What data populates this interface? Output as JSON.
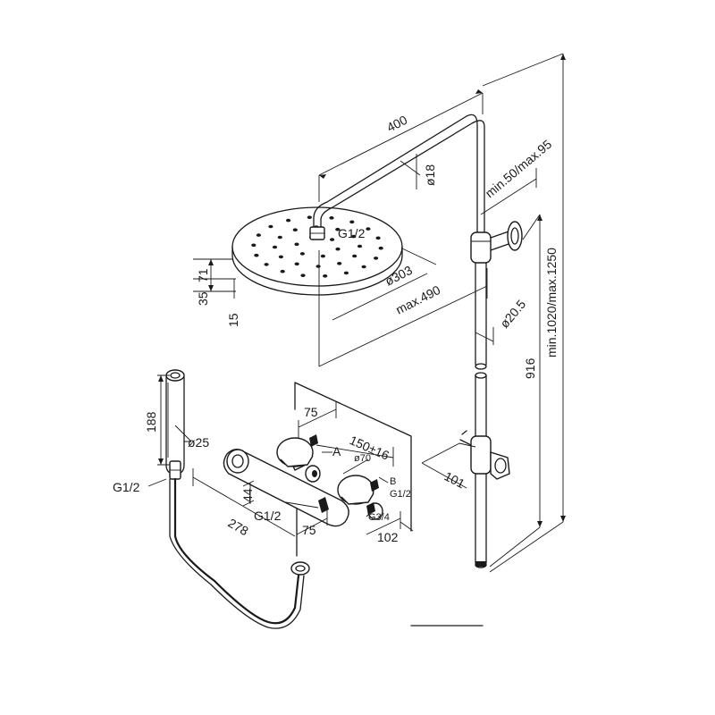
{
  "labels": {
    "arm_length": "400",
    "arm_diameter": "ø18",
    "head_connection": "G1/2",
    "head_diameter": "ø303",
    "head_reach": "max.490",
    "dim_71": "71",
    "dim_35": "35",
    "dim_15": "15",
    "wall_offset": "min.50/max.95",
    "rail_diameter": "ø20.5",
    "total_height": "min.1020/max.1250",
    "rail_height": "916",
    "holder_depth": "101",
    "hand_length": "188",
    "hand_diameter": "ø25",
    "hose_connection": "G1/2",
    "knob_75_top": "75",
    "point_a": "A",
    "center_distance": "150±16",
    "knob_diameter": "ø70",
    "point_b": "B",
    "outlet_g12": "G1/2",
    "dim_44": "44",
    "inlet_g12": "G1/2",
    "knob_75_bottom": "75",
    "inlet_g34": "G3/4",
    "mixer_width": "278",
    "mixer_depth": "102"
  }
}
